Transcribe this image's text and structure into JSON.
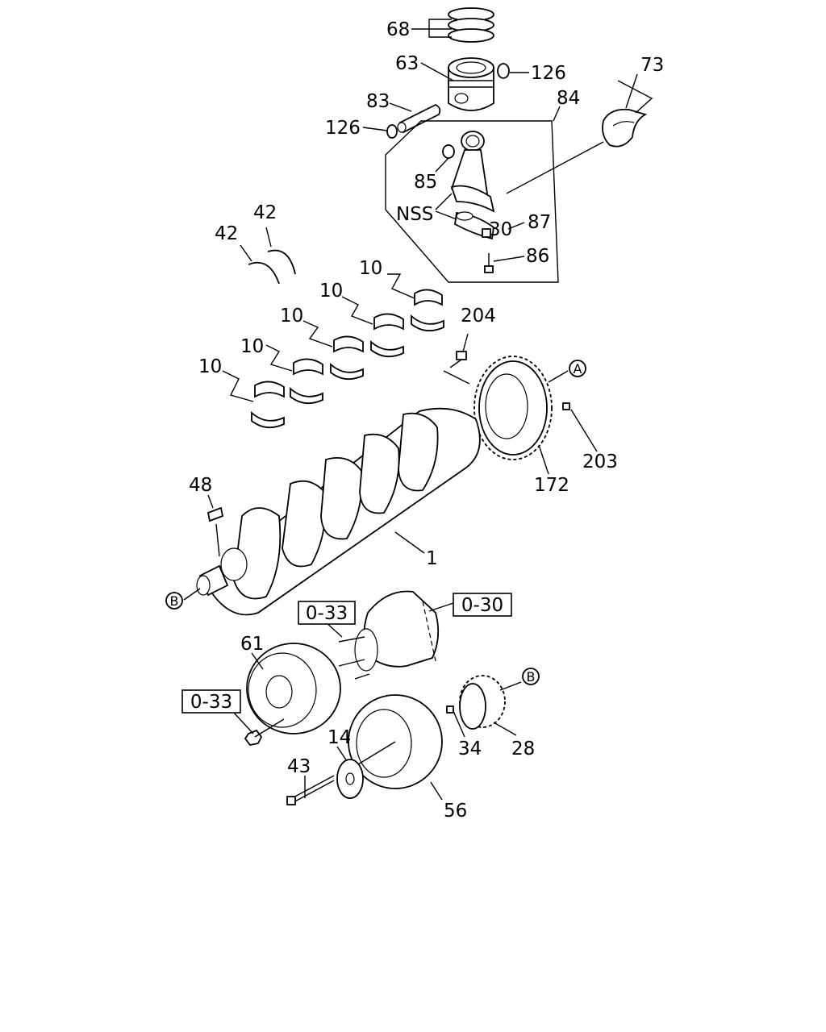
{
  "callouts": {
    "c68": "68",
    "c63": "63",
    "c126a": "126",
    "c126b": "126",
    "c73": "73",
    "c83": "83",
    "c84": "84",
    "c85": "85",
    "cnss": "NSS",
    "c30": "30",
    "c87": "87",
    "c86": "86",
    "c42a": "42",
    "c42b": "42",
    "c10a": "10",
    "c10b": "10",
    "c10c": "10",
    "c10d": "10",
    "c10e": "10",
    "c204": "204",
    "cA": "A",
    "c203": "203",
    "c172": "172",
    "c48": "48",
    "c1": "1",
    "cB1": "B",
    "c61": "61",
    "c14": "14",
    "c34": "34",
    "cB2": "B",
    "c28": "28",
    "c43": "43",
    "c56": "56"
  },
  "references": {
    "r033a": "0-33",
    "r030": "0-30",
    "r033b": "0-33"
  }
}
